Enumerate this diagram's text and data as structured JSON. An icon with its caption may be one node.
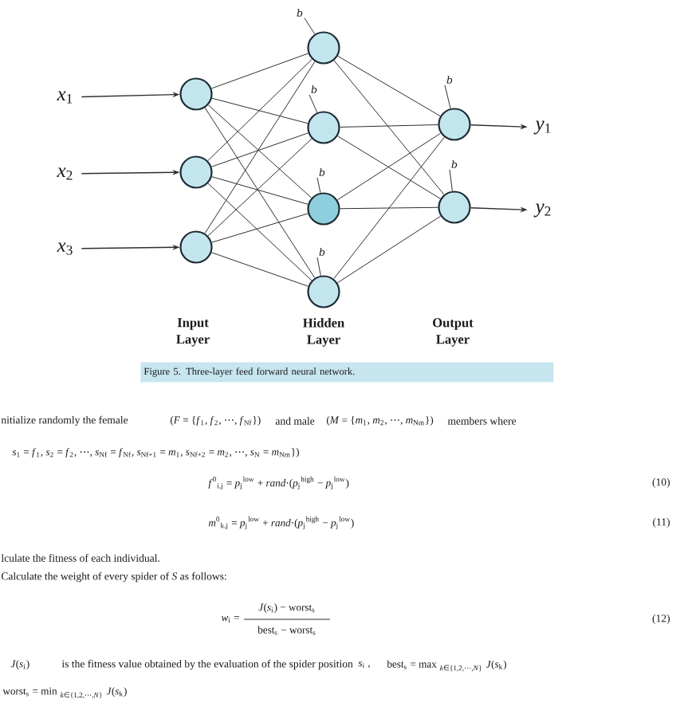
{
  "diagram": {
    "caption": "Figure 5. Three-layer feed forward neural network.",
    "nodes": [
      {
        "text": [
          "*x*$_{1}$"
        ]
      },
      {
        "text": [
          "*x*$_{2}$"
        ]
      },
      {
        "text": [
          "*x*$_{3}$"
        ]
      },
      {
        "text": [],
        "shape": "circle"
      },
      {
        "text": [],
        "shape": "circle"
      },
      {
        "text": [],
        "shape": "circle"
      },
      {
        "text": [],
        "shape": "circle"
      },
      {
        "text": [],
        "shape": "circle"
      },
      {
        "text": [],
        "shape": "circle"
      },
      {
        "text": [],
        "shape": "circle"
      },
      {
        "text": [],
        "shape": "circle"
      },
      {
        "text": [],
        "shape": "circle"
      },
      {
        "text": [
          "*y*$_{1}$"
        ]
      },
      {
        "text": [
          "*y*$_{2}$"
        ]
      },
      {
        "text": [
          "b"
        ]
      },
      {
        "text": [
          "b"
        ]
      },
      {
        "text": [
          "b"
        ]
      },
      {
        "text": [
          "b"
        ]
      },
      {
        "text": [
          "b"
        ]
      },
      {
        "text": [
          "b"
        ]
      }
    ],
    "edges": [
      {
        "from": 0,
        "to": 3,
        "arrow": "to"
      },
      {
        "from": 1,
        "to": 4,
        "arrow": "to"
      },
      {
        "from": 2,
        "to": 5,
        "arrow": "to"
      },
      {
        "from": 3,
        "to": 6,
        "arrow": "none"
      },
      {
        "from": 3,
        "to": 7,
        "arrow": "none"
      },
      {
        "from": 3,
        "to": 8,
        "arrow": "none"
      },
      {
        "from": 3,
        "to": 9,
        "arrow": "none"
      },
      {
        "from": 4,
        "to": 6,
        "arrow": "none"
      },
      {
        "from": 4,
        "to": 7,
        "arrow": "none"
      },
      {
        "from": 4,
        "to": 8,
        "arrow": "none"
      },
      {
        "from": 4,
        "to": 9,
        "arrow": "none"
      },
      {
        "from": 5,
        "to": 6,
        "arrow": "none"
      },
      {
        "from": 5,
        "to": 7,
        "arrow": "none"
      },
      {
        "from": 5,
        "to": 8,
        "arrow": "none"
      },
      {
        "from": 5,
        "to": 9,
        "arrow": "none"
      },
      {
        "from": 6,
        "to": 10,
        "arrow": "none"
      },
      {
        "from": 6,
        "to": 11,
        "arrow": "none"
      },
      {
        "from": 7,
        "to": 10,
        "arrow": "none"
      },
      {
        "from": 7,
        "to": 11,
        "arrow": "none"
      },
      {
        "from": 8,
        "to": 10,
        "arrow": "none"
      },
      {
        "from": 8,
        "to": 11,
        "arrow": "none"
      },
      {
        "from": 9,
        "to": 10,
        "arrow": "none"
      },
      {
        "from": 9,
        "to": 11,
        "arrow": "none"
      },
      {
        "from": 10,
        "to": 12,
        "arrow": "to"
      },
      {
        "from": 11,
        "to": 13,
        "arrow": "to"
      },
      {
        "from": 14,
        "to": 6,
        "arrow": "none"
      },
      {
        "from": 15,
        "to": 7,
        "arrow": "none"
      },
      {
        "from": 16,
        "to": 8,
        "arrow": "none"
      },
      {
        "from": 17,
        "to": 9,
        "arrow": "none"
      },
      {
        "from": 18,
        "to": 10,
        "arrow": "none"
      },
      {
        "from": 19,
        "to": 11,
        "arrow": "none"
      }
    ],
    "labels": [
      "Input Layer",
      "Hidden Layer",
      "Output Layer",
      "nitialize randomly the female",
      "(*F* = {*f*$_{1}$, *f*$_{2}$, ⋯, *f*$_{Nf}$})",
      "and male",
      "(*M* = {*m*$_{1}$, *m*$_{2}$, ⋯, *m*$_{Nm}$})",
      "members where",
      "*s*$_{1}$ = *f*$_{1}$, *s*$_{2}$ = *f*$_{2}$, ⋯, *s*$_{Nf}$ = *f*$_{Nf}$, *s*$_{Nf+1}$ = *m*$_{1}$, *s*$_{Nf+2}$ = *m*$_{2}$, ⋯, *s*$_{N}$ = *m*$_{Nm}$})",
      "*f*$^{0}$$_{i,j}$ = *p*$_{j}$$^{low}$ + *rand*·(*p*$_{j}$$^{high}$ − *p*$_{j}$$^{low}$)",
      "(10)",
      "*m*$^{0}$$_{k,j}$ = *p*$_{j}$$^{low}$ + *rand*·(*p*$_{j}$$^{high}$ − *p*$_{j}$$^{low}$)",
      "(11)",
      "lculate the fitness of each individual.",
      "Calculate the weight of every spider of *S* as follows:",
      "*w*$_{i}$ =",
      "*J*(*s*$_{i}$) − worst$_{s}$",
      "best$_{s}$ − worst$_{s}$",
      "(12)",
      "*J*(*s*$_{i}$)",
      "is the fitness value obtained by the evaluation of the spider position",
      "*s*$_{i}$ ,",
      "best$_{s}$ = max",
      "*k*∈{1,2,⋯,*N*}",
      "*J*(*s*$_{k}$)",
      "worst$_{s}$ = min",
      "*k*∈{1,2,⋯,*N*}",
      "*J*(*s*$_{k}$)"
    ]
  }
}
